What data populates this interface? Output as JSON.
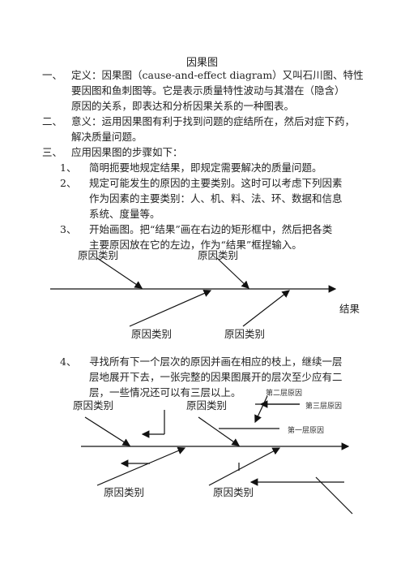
{
  "doc": {
    "title": "因果图",
    "s1": {
      "num": "一、",
      "lines": [
        "定义：因果图（cause-and-effect diagram）又叫石川图、特性",
        "要因图和鱼刺图等。它是表示质量特性波动与其潜在（隐含）",
        "原因的关系，即表达和分析因果关系的一种图表。"
      ]
    },
    "s2": {
      "num": "二、",
      "lines": [
        "意义：运用因果图有利于找到问题的症结所在，然后对症下药，",
        "解决质量问题。"
      ]
    },
    "s3": {
      "num": "三、",
      "text": "应用因果图的步骤如下："
    },
    "steps": [
      {
        "num": "1、",
        "lines": [
          "简明扼要地规定结果，即规定需要解决的质量问题。"
        ]
      },
      {
        "num": "2、",
        "lines": [
          "规定可能发生的原因的主要类别。这时可以考虑下列因素",
          "作为因素的主要类别：人、机、料、法、环、数据和信息",
          "系统、度量等。"
        ]
      },
      {
        "num": "3、",
        "lines": [
          "开始画图。把“结果”画在右边的矩形框中，然后把各类",
          "主要原因放在它的左边，作为“结果”框捏输入。"
        ]
      },
      {
        "num": "4、",
        "lines": [
          "寻找所有下一个层次的原因并画在相应的枝上，继续一层",
          "层地展开下去，一张完整的因果图展开的层次至少应有二",
          "层，一些情况还可以有三层以上。"
        ]
      }
    ],
    "diagram1": {
      "cause_labels": [
        "原因类别",
        "原因类别",
        "原因类别",
        "原因类别"
      ],
      "result_label": "结果"
    },
    "diagram2": {
      "cause_labels": [
        "原因类别",
        "原因类别",
        "原因类别",
        "原因类别"
      ],
      "layer2": "第二层原因",
      "layer3": "第三层原因",
      "layer1": "第一层原因"
    }
  }
}
